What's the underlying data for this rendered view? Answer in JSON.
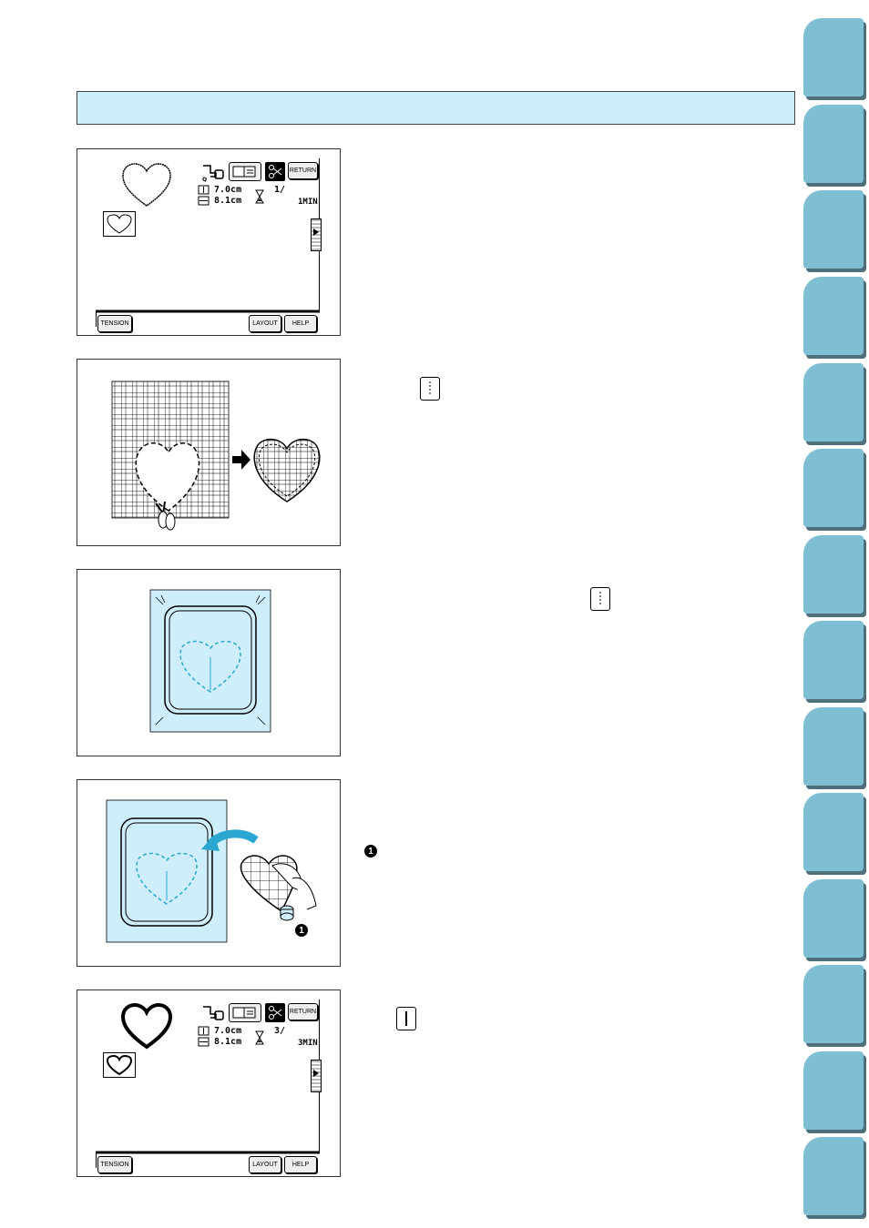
{
  "colors": {
    "header_bar": "#cdeefa",
    "tab": "#7fbfd4",
    "fabric": "#cdeefa",
    "stitch_line": "#2aa8d2"
  },
  "tabs_count": 14,
  "screen1": {
    "width_value": "7.0cm",
    "height_value": "8.1cm",
    "color_count": "1/",
    "time_value": "1MIN",
    "buttons": {
      "return": "RETURN",
      "tension": "TENSION",
      "layout": "LAYOUT",
      "help": "HELP"
    }
  },
  "screen5": {
    "width_value": "7.0cm",
    "height_value": "8.1cm",
    "color_count": "3/",
    "time_value": "3MIN",
    "buttons": {
      "return": "RETURN",
      "tension": "TENSION",
      "layout": "LAYOUT",
      "help": "HELP"
    }
  },
  "markers": {
    "bobbin": "1",
    "step4_text": "1"
  }
}
